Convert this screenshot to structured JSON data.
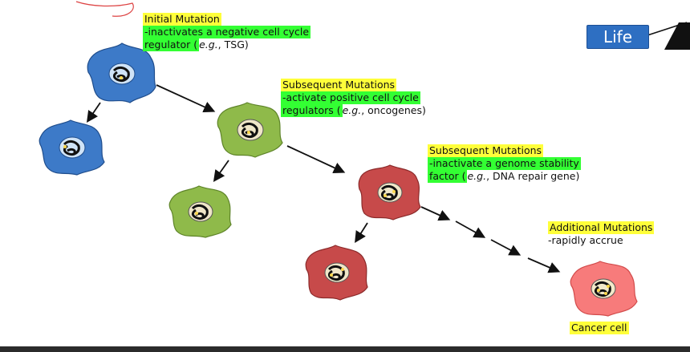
{
  "labels": {
    "initial_title": "Initial Mutation",
    "initial_l1": "-inactivates a negative cell cycle",
    "initial_l2_a": "regulator (",
    "initial_l2_eg": "e.g.",
    "initial_l2_b": ", TSG)",
    "subseq1_title": "Subsequent Mutations",
    "subseq1_l1": "-activate positive cell cycle",
    "subseq1_l2_a": "regulators (",
    "subseq1_l2_eg": "e.g.",
    "subseq1_l2_b": ", oncogenes)",
    "subseq2_title": "Subsequent Mutations",
    "subseq2_l1": "-inactivate a genome stability",
    "subseq2_l2_a": "factor (",
    "subseq2_l2_eg": "e.g.",
    "subseq2_l2_b": ", DNA repair gene)",
    "additional_title": "Additional Mutations",
    "additional_l1": "-rapidly accrue",
    "cancer_cell": "Cancer cell",
    "life_button": "Life"
  },
  "colors": {
    "highlight_yellow": "#ffff3a",
    "highlight_green": "#33ff33",
    "cell_blue": "#3d7ac8",
    "cell_green": "#8fba4a",
    "cell_red": "#c74a4a",
    "cell_pink": "#f77b7b",
    "life_button": "#2e6fc2"
  }
}
